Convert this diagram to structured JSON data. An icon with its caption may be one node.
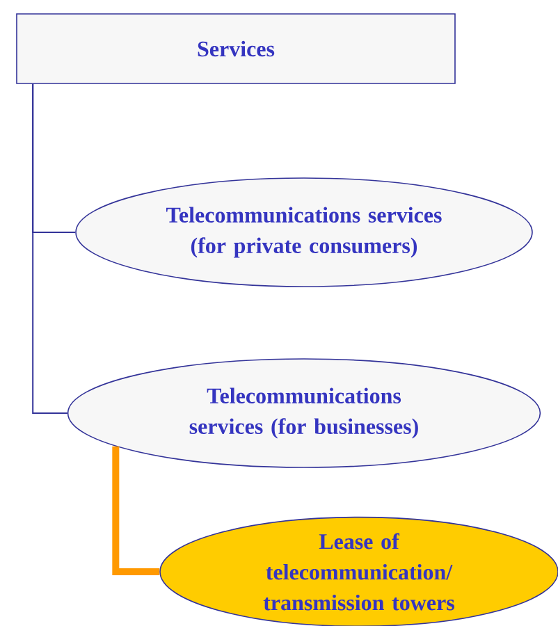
{
  "diagram": {
    "nodes": [
      {
        "text": [
          "Services"
        ]
      },
      {
        "text": [
          "Telecommunications services (for private consumers)"
        ]
      },
      {
        "text": [
          "Telecommunications services (for businesses)"
        ]
      },
      {
        "text": [
          "Lease of telecommunication/ transmission towers"
        ]
      }
    ],
    "edges": [
      {
        "from": 0,
        "to": 1,
        "arrow": "none"
      },
      {
        "from": 0,
        "to": 2,
        "arrow": "none"
      },
      {
        "from": 2,
        "to": 3,
        "arrow": "none",
        "style": "thick",
        "color": "#ff9900"
      }
    ]
  }
}
